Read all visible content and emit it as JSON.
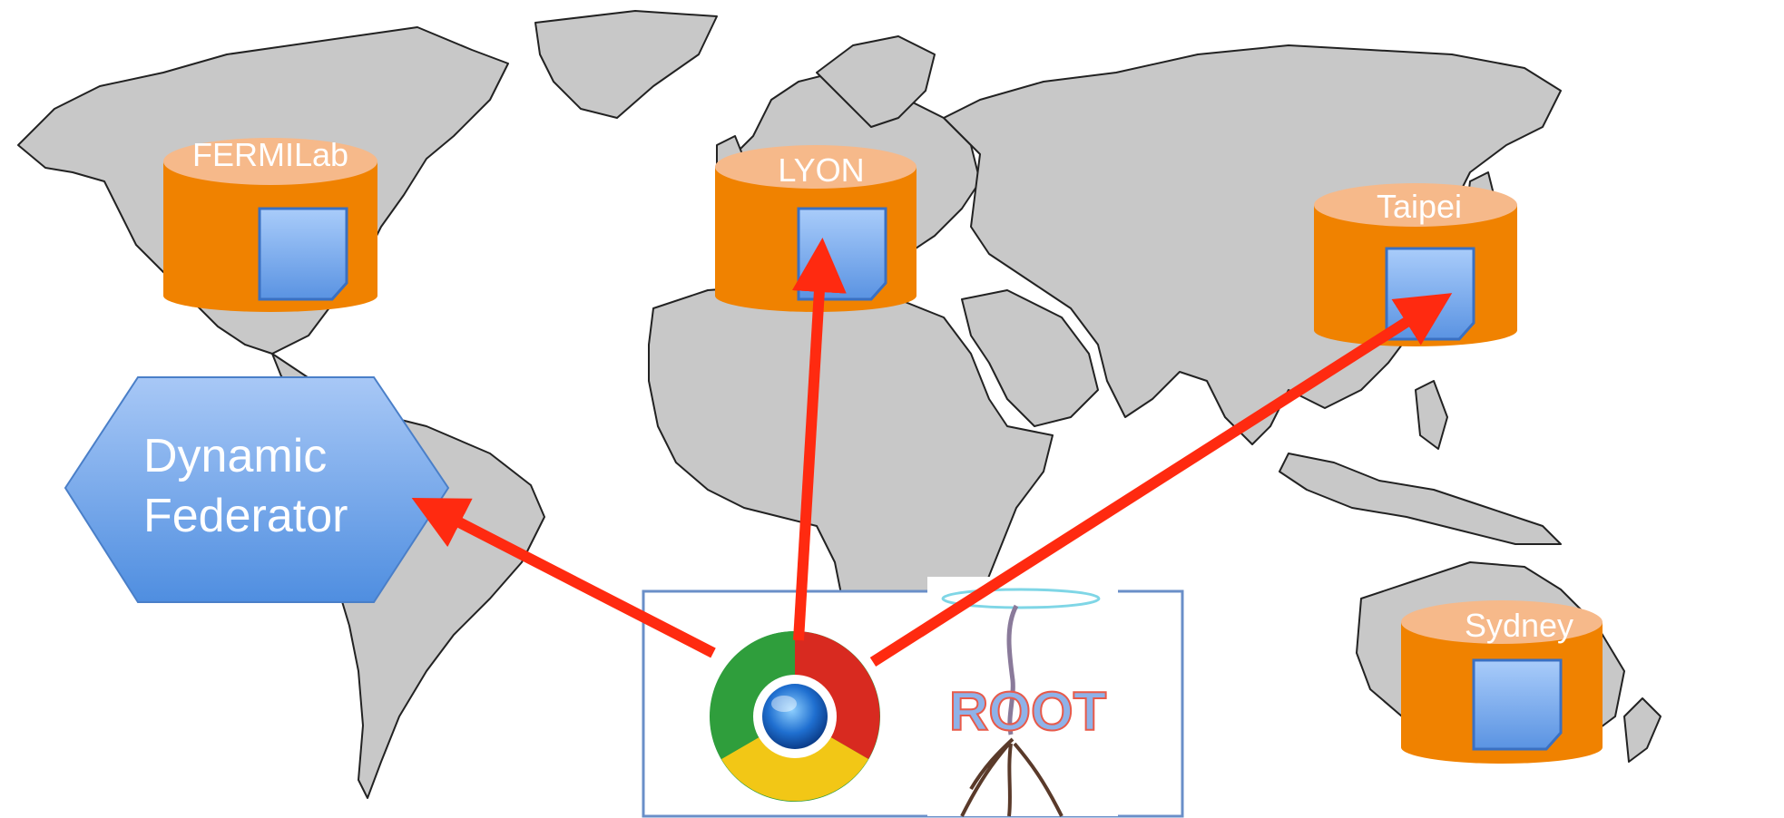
{
  "sites": [
    {
      "label": "FERMILab"
    },
    {
      "label": "LYON"
    },
    {
      "label": "Taipei"
    },
    {
      "label": "Sydney"
    }
  ],
  "federator": {
    "line1": "Dynamic",
    "line2": "Federator"
  },
  "client": {
    "browser_icon": "chrome-browser-icon",
    "app_label": "ROOT"
  },
  "colors": {
    "land": "#c8c8c8",
    "land_border": "#222222",
    "storage": "#f08200",
    "storage_top": "#f6b98a",
    "file": "#79aaee",
    "federator": "#6ea1ea",
    "arrow": "#ff2a10",
    "client_box_border": "#6a8fc8"
  }
}
